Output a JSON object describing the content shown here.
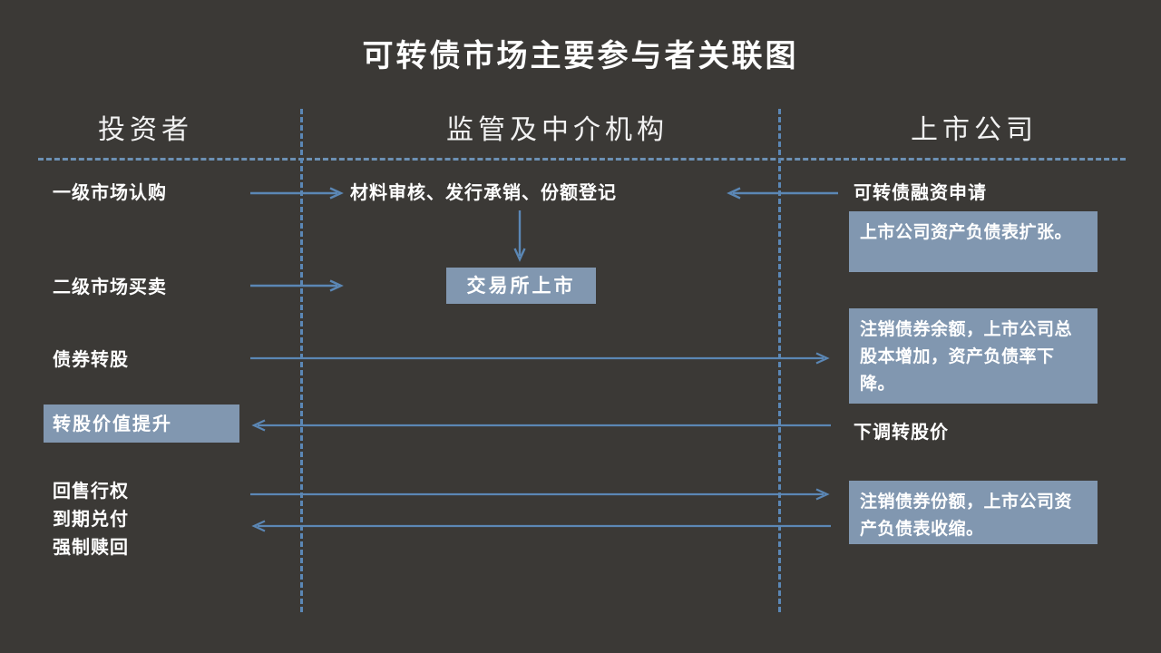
{
  "slide": {
    "title": "可转债市场主要参与者关联图",
    "background_color": "#3b3936",
    "accent_color": "#5b87b5",
    "box_color": "#8197b0",
    "text_color": "#ffffff"
  },
  "columns": [
    {
      "id": "investors",
      "label": "投资者"
    },
    {
      "id": "regulators",
      "label": "监管及中介机构"
    },
    {
      "id": "listed-company",
      "label": "上市公司"
    }
  ],
  "rows": {
    "row1": {
      "left_label": "一级市场认购",
      "mid_label": "材料审核、发行承销、份额登记",
      "right_label": "可转债融资申请",
      "arrow_left_to_mid": "right",
      "arrow_right_to_mid": "left"
    },
    "row2": {
      "left_label": "二级市场买卖",
      "mid_box": "交易所上市",
      "arrow_left_to_mid": "right",
      "arrow_vertical": "down"
    },
    "row3": {
      "left_label": "债券转股",
      "right_box": "注销债券余额，上市公司总股本增加，资产负债率下降。",
      "arrow": "right"
    },
    "row4": {
      "left_box": "转股价值提升",
      "right_label": "下调转股价",
      "arrow": "left"
    },
    "row5": {
      "left_label": "回售行权\n到期兑付\n强制赎回",
      "right_box": "注销债券份额，上市公司资产负债表收缩。",
      "arrow_top": "right",
      "arrow_bottom": "left"
    }
  },
  "boxes": {
    "balance_expand": "上市公司资产负债表扩张。"
  }
}
